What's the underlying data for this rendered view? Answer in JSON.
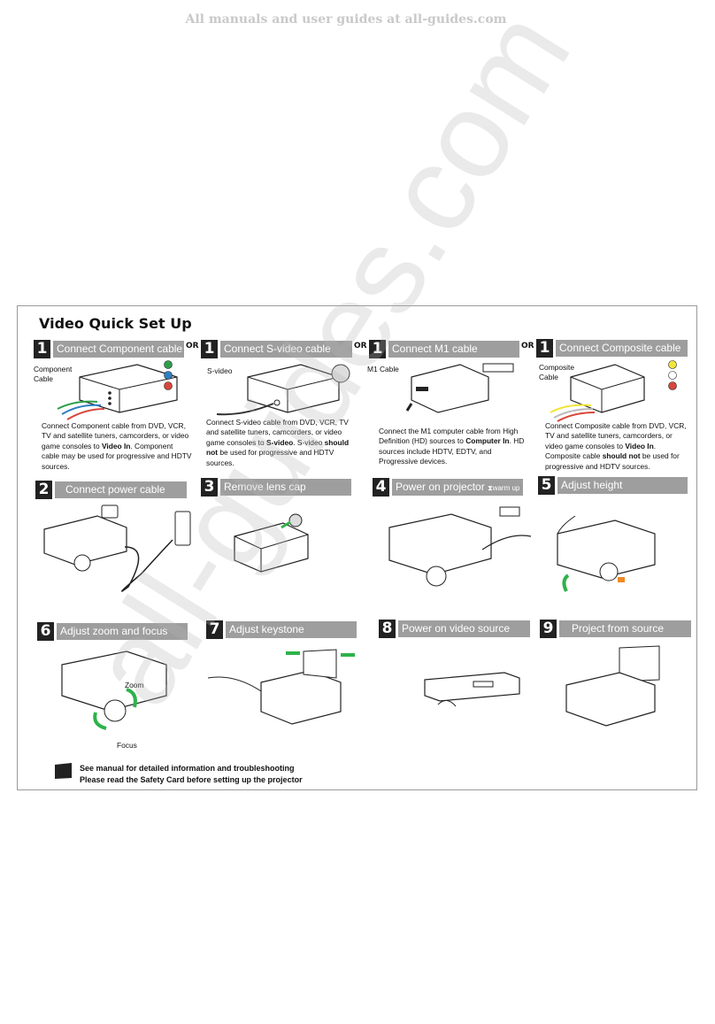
{
  "banner": "All manuals and user guides at all-guides.com",
  "title": "Video Quick Set Up",
  "or_label": "OR",
  "steps": [
    {
      "num": "1",
      "label": "Connect Component cable"
    },
    {
      "num": "1",
      "label": "Connect S-video cable"
    },
    {
      "num": "1",
      "label": "Connect M1 cable"
    },
    {
      "num": "1",
      "label": "Connect Composite cable"
    },
    {
      "num": "2",
      "label": "Connect power cable"
    },
    {
      "num": "3",
      "label": "Remove lens cap"
    },
    {
      "num": "4",
      "label": "Power on projector",
      "extra": "warm up"
    },
    {
      "num": "5",
      "label": "Adjust height"
    },
    {
      "num": "6",
      "label": "Adjust zoom and focus"
    },
    {
      "num": "7",
      "label": "Adjust keystone"
    },
    {
      "num": "8",
      "label": "Power on video source"
    },
    {
      "num": "9",
      "label": "Project from source"
    }
  ],
  "cable_labels": {
    "component": "Component\nCable",
    "svideo": "S-video",
    "m1": "M1 Cable",
    "composite": "Composite\nCable"
  },
  "descriptions": {
    "component": {
      "pre": "Connect Component cable from DVD, VCR, TV and satellite tuners, camcorders, or video game consoles to ",
      "bold1": "Video In",
      "post": ". Component cable may be used for progressive and HDTV sources."
    },
    "svideo": {
      "pre": "Connect S-video cable from DVD, VCR, TV and satellite tuners, camcorders, or video game consoles to ",
      "bold1": "S-video",
      "mid": ". S-video ",
      "bold2": "should not",
      "post": " be used for progressive and HDTV sources."
    },
    "m1": {
      "pre": "Connect the M1 computer cable from High Definition (HD) sources to ",
      "bold1": "Computer In",
      "post": ". HD sources include HDTV, EDTV, and Progressive devices."
    },
    "composite": {
      "pre": "Connect Composite cable from DVD, VCR, TV and satellite tuners, camcorders, or video game consoles to ",
      "bold1": "Video In",
      "mid": ". Composite cable ",
      "bold2": "should not",
      "post": " be used for progressive and HDTV sources."
    }
  },
  "zoom_label": "Zoom",
  "focus_label": "Focus",
  "notes": [
    "See manual for detailed information and troubleshooting",
    "Please read the Safety Card before setting up the projector"
  ],
  "watermark": "all-guides.com",
  "colors": {
    "step_bar": "#9e9e9e",
    "step_num": "#222222",
    "green": "#2e9e4a",
    "blue": "#2f7fc1",
    "red": "#d9463b",
    "yellow": "#f3e53a",
    "arrow_green": "#2db34a"
  }
}
